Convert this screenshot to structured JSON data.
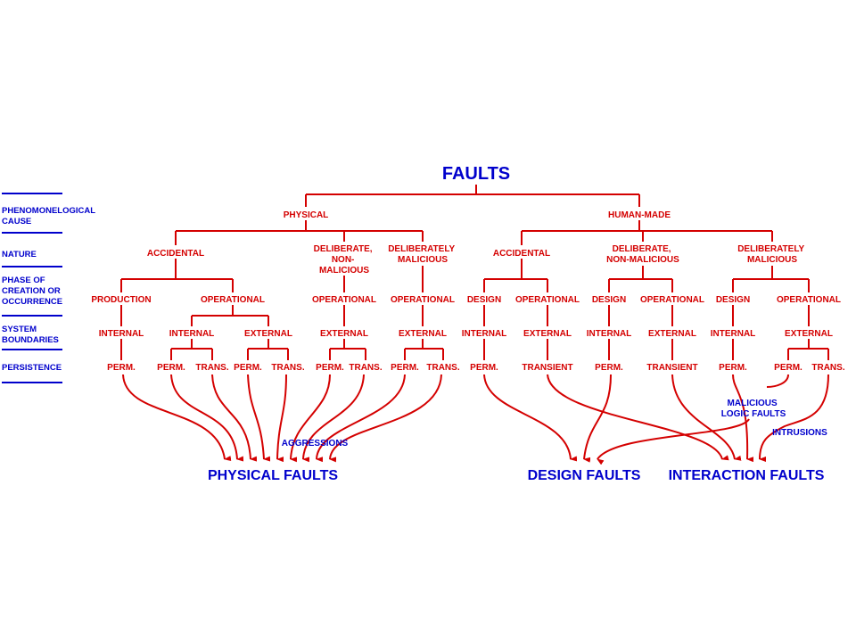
{
  "title": "FAULTS",
  "side_labels": [
    [
      "PHENOMONELOGICAL",
      "CAUSE"
    ],
    [
      "NATURE"
    ],
    [
      "PHASE OF",
      "CREATION OR",
      "OCCURRENCE"
    ],
    [
      "SYSTEM",
      "BOUNDARIES"
    ],
    [
      "PERSISTENCE"
    ]
  ],
  "level1": [
    "PHYSICAL",
    "HUMAN-MADE"
  ],
  "level2": [
    [
      "ACCIDENTAL"
    ],
    [
      "DELIBERATE,",
      "NON-",
      "MALICIOUS"
    ],
    [
      "DELIBERATELY",
      "MALICIOUS"
    ],
    [
      "ACCIDENTAL"
    ],
    [
      "DELIBERATE,",
      "NON-MALICIOUS"
    ],
    [
      "DELIBERATELY",
      "MALICIOUS"
    ]
  ],
  "level3": [
    "PRODUCTION",
    "OPERATIONAL",
    "OPERATIONAL",
    "OPERATIONAL",
    "DESIGN",
    "OPERATIONAL",
    "DESIGN",
    "OPERATIONAL",
    "DESIGN",
    "OPERATIONAL"
  ],
  "level4": [
    "INTERNAL",
    "INTERNAL",
    "EXTERNAL",
    "EXTERNAL",
    "EXTERNAL",
    "INTERNAL",
    "EXTERNAL",
    "INTERNAL",
    "EXTERNAL",
    "INTERNAL",
    "EXTERNAL"
  ],
  "level5": [
    "PERM.",
    "PERM.",
    "TRANS.",
    "PERM.",
    "TRANS.",
    "PERM.",
    "TRANS.",
    "PERM.",
    "TRANS.",
    "PERM.",
    "TRANSIENT",
    "PERM.",
    "TRANSIENT",
    "PERM.",
    "PERM.",
    "TRANS."
  ],
  "annotations": {
    "aggressions": "AGGRESSIONS",
    "malicious_logic": [
      "MALICIOUS",
      "LOGIC FAULTS"
    ],
    "intrusions": "INTRUSIONS"
  },
  "categories": [
    "PHYSICAL FAULTS",
    "DESIGN FAULTS",
    "INTERACTION FAULTS"
  ],
  "colors": {
    "tree": "#d40000",
    "labels": "#0000cc",
    "background": "#ffffff"
  }
}
